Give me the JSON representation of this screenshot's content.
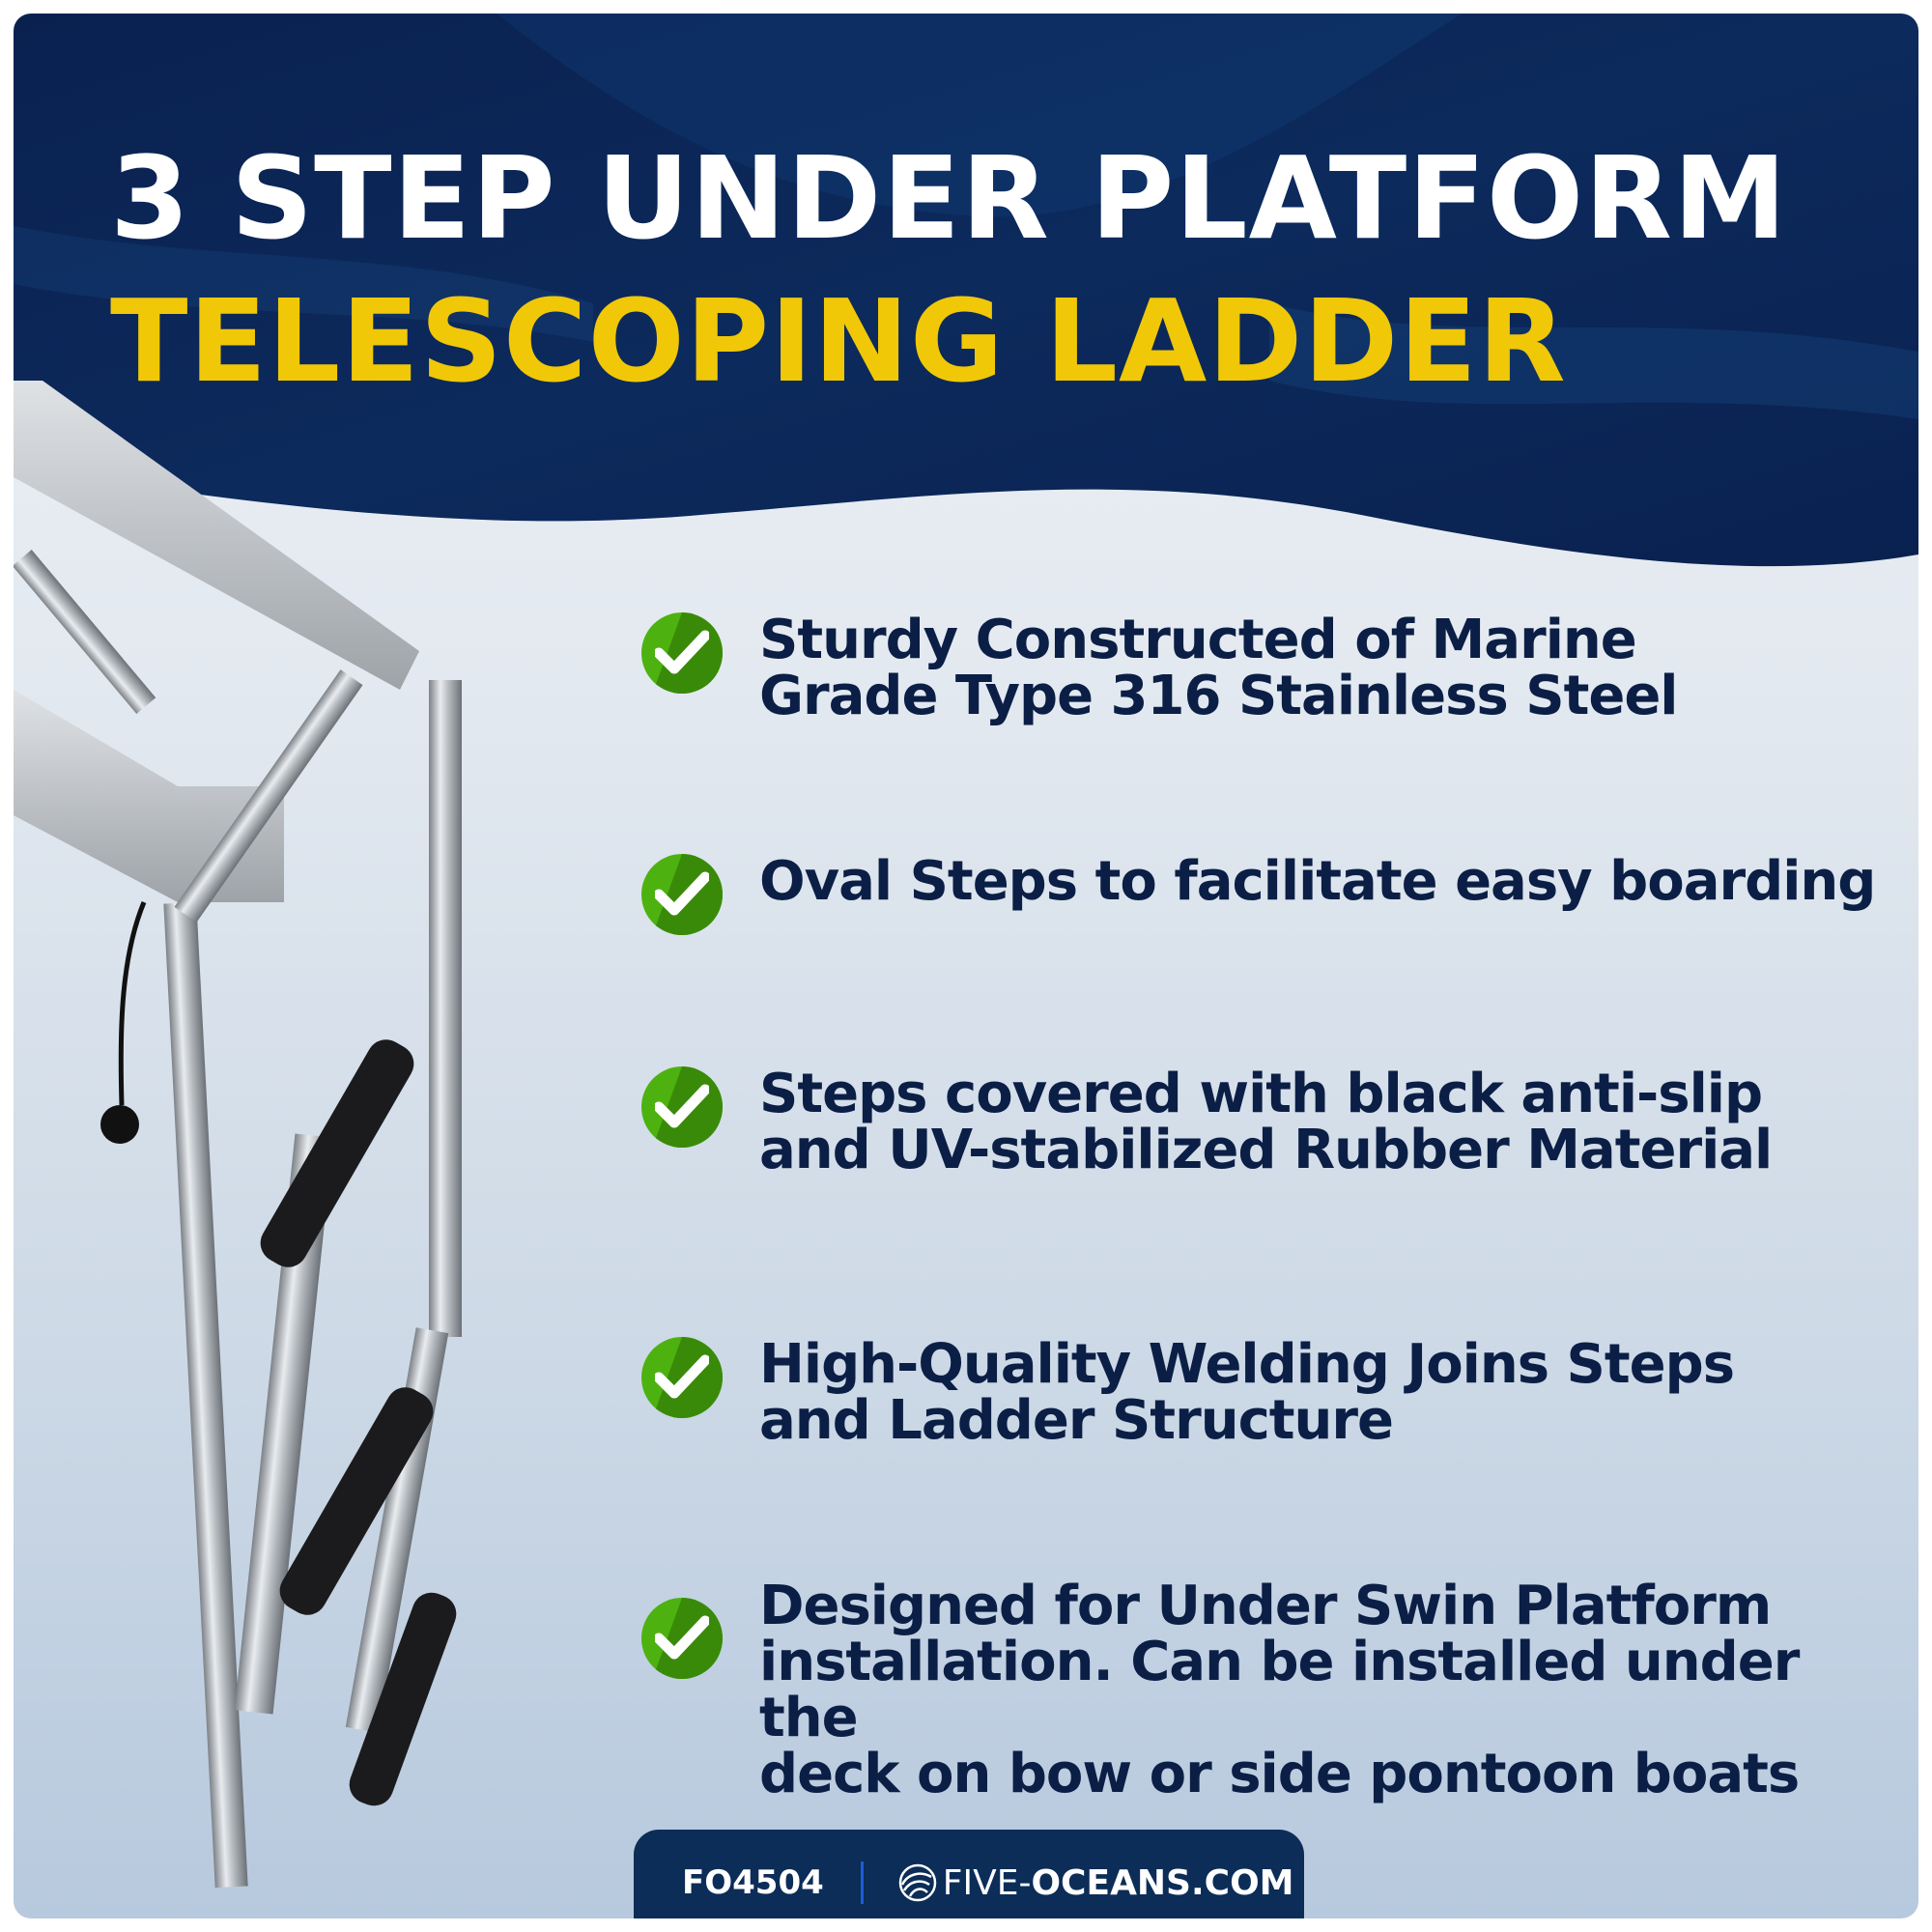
{
  "header": {
    "title_line1": "3 STEP UNDER PLATFORM",
    "title_line2": "TELESCOPING LADDER",
    "colors": {
      "background": "#0b2454",
      "title_line1": "#ffffff",
      "title_line2": "#f0c808"
    }
  },
  "product_image": {
    "description": "Stainless steel 3-step telescoping ladder with black anti-slip rubber steps"
  },
  "features": [
    {
      "icon": "check-circle-icon",
      "lines": [
        "Sturdy Constructed of Marine",
        "Grade Type 316 Stainless Steel"
      ]
    },
    {
      "icon": "check-circle-icon",
      "lines": [
        "Oval Steps to facilitate easy boarding"
      ]
    },
    {
      "icon": "check-circle-icon",
      "lines": [
        "Steps covered with black anti-slip",
        "and UV-stabilized Rubber Material"
      ]
    },
    {
      "icon": "check-circle-icon",
      "lines": [
        "High-Quality Welding Joins Steps",
        "and Ladder Structure"
      ]
    },
    {
      "icon": "check-circle-icon",
      "lines": [
        "Designed for Under Swin Platform",
        "installation. Can be installed under the",
        "deck on bow or side pontoon boats"
      ]
    }
  ],
  "footer": {
    "sku": "FO4504",
    "brand_light": "FIVE-",
    "brand_bold": "OCEANS.COM",
    "logo_icon": "shell-wave-logo-icon",
    "colors": {
      "background": "#0b2d57",
      "divider": "#1e5ad8"
    }
  }
}
